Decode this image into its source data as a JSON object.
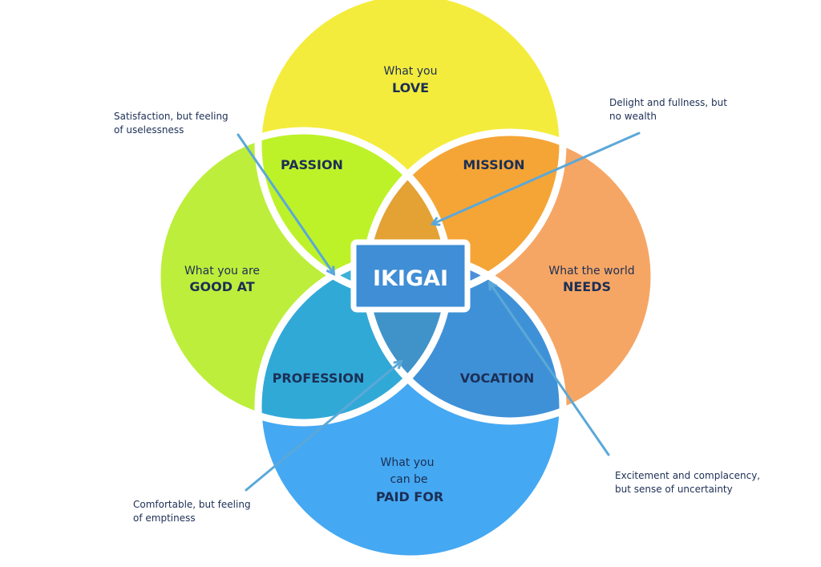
{
  "colors": {
    "love": "#f4ec3c",
    "good_at": "#bdee3b",
    "needs": "#f6a664",
    "paid_for": "#45a8f2",
    "passion": "#bdf229",
    "mission": "#f5a535",
    "profession": "#31a9d6",
    "vocation": "#3f91d7",
    "center_top": "#e4a235",
    "center_left": "#3bb0d9",
    "center_bottom": "#3f93c9",
    "center_right": "#4a8fd9",
    "ikigai": "#3f8ed6",
    "stroke": "#ffffff",
    "arrow": "#5ba8d8",
    "text": "#1c2f55"
  },
  "circles": {
    "love": {
      "line1": "What you",
      "line2": "LOVE"
    },
    "good_at": {
      "line1": "What you are",
      "line2": "GOOD AT"
    },
    "needs": {
      "line1": "What the world",
      "line2": "NEEDS"
    },
    "paid_for": {
      "line1": "What you",
      "line2": "can be",
      "line3": "PAID FOR"
    }
  },
  "intersections": {
    "passion": "PASSION",
    "mission": "MISSION",
    "profession": "PROFESSION",
    "vocation": "VOCATION"
  },
  "center": "IKIGAI",
  "annotations": {
    "passion": {
      "line1": "Satisfaction, but feeling",
      "line2": "of uselessness"
    },
    "mission": {
      "line1": "Delight and fullness, but",
      "line2": "no wealth"
    },
    "profession": {
      "line1": "Comfortable, but feeling",
      "line2": "of emptiness"
    },
    "vocation": {
      "line1": "Excitement and complacency,",
      "line2": "but sense of uncertainty"
    }
  }
}
